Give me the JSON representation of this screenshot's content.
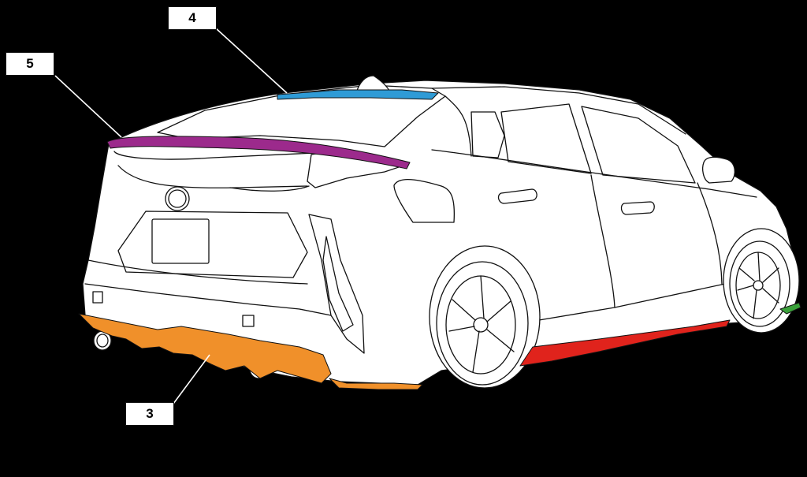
{
  "colors": {
    "background": "#000000",
    "body_fill": "#ffffff",
    "outline": "#111111",
    "part_3_rear_diffuser": "#f0902a",
    "part_4_roof_spoiler": "#2f9bd6",
    "part_5_trunk_spoiler": "#9c2a8c",
    "side_skirt": "#e0231c",
    "front_lip": "#3aa13a"
  },
  "callouts": [
    {
      "id": "4",
      "label": "4"
    },
    {
      "id": "5",
      "label": "5"
    },
    {
      "id": "3",
      "label": "3"
    }
  ]
}
